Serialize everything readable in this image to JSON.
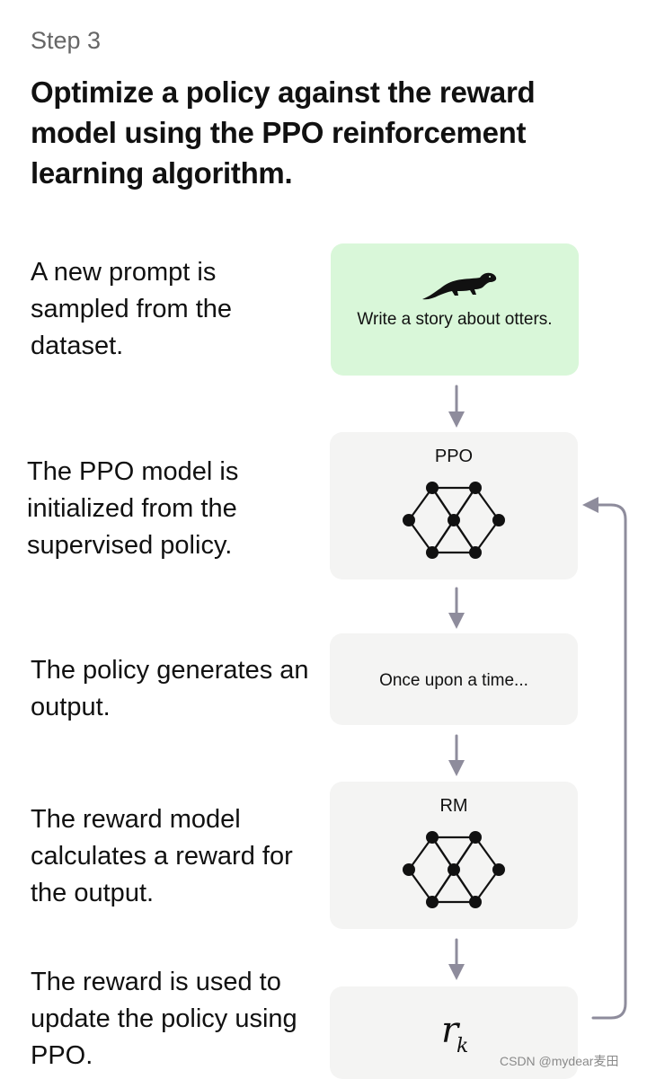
{
  "step_label": "Step 3",
  "heading": "Optimize a policy against the reward model using the PPO reinforcement learning algorithm.",
  "steps": [
    {
      "description": "A new prompt is sampled from the dataset.",
      "box_text": "Write a story about otters."
    },
    {
      "description": "The PPO model is initialized from the supervised policy.",
      "box_title": "PPO"
    },
    {
      "description": "The policy generates an output.",
      "box_text": "Once upon a time..."
    },
    {
      "description": "The reward model calculates a reward for the output.",
      "box_title": "RM"
    },
    {
      "description": "The reward is used to update the policy using PPO.",
      "reward_symbol": "r",
      "reward_subscript": "k"
    }
  ],
  "watermark": "CSDN @mydear麦田",
  "colors": {
    "prompt_box": "#d9f7d9",
    "step_box": "#f4f4f3",
    "arrow": "#8e8c9c",
    "text": "#111111",
    "step_label": "#666666"
  },
  "icons": [
    "otter-icon",
    "neural-network-icon"
  ]
}
